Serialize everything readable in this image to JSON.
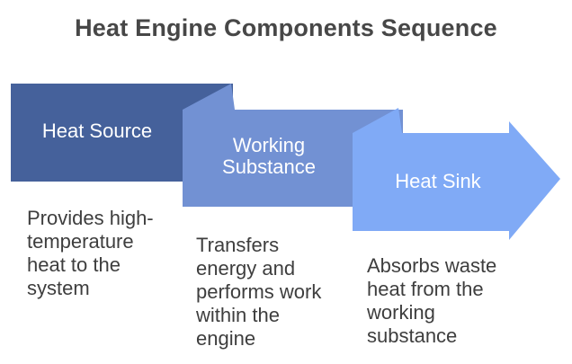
{
  "title": "Heat Engine Components Sequence",
  "colors": {
    "background": "#FFFFFF",
    "title_text": "#474747",
    "caption_text": "#3E3E3E",
    "label_text": "#FFFFFF"
  },
  "stages": [
    {
      "label": "Heat Source",
      "description": "Provides high-\ntemperature\nheat to the\nsystem",
      "color": "#45619B"
    },
    {
      "label": "Working\nSubstance",
      "description": "Transfers\nenergy and\nperforms work\nwithin the\nengine",
      "color": "#7291D3"
    },
    {
      "label": "Heat Sink",
      "description": "Absorbs waste\nheat from the\nworking\nsubstance",
      "color": "#80AAF6"
    }
  ]
}
